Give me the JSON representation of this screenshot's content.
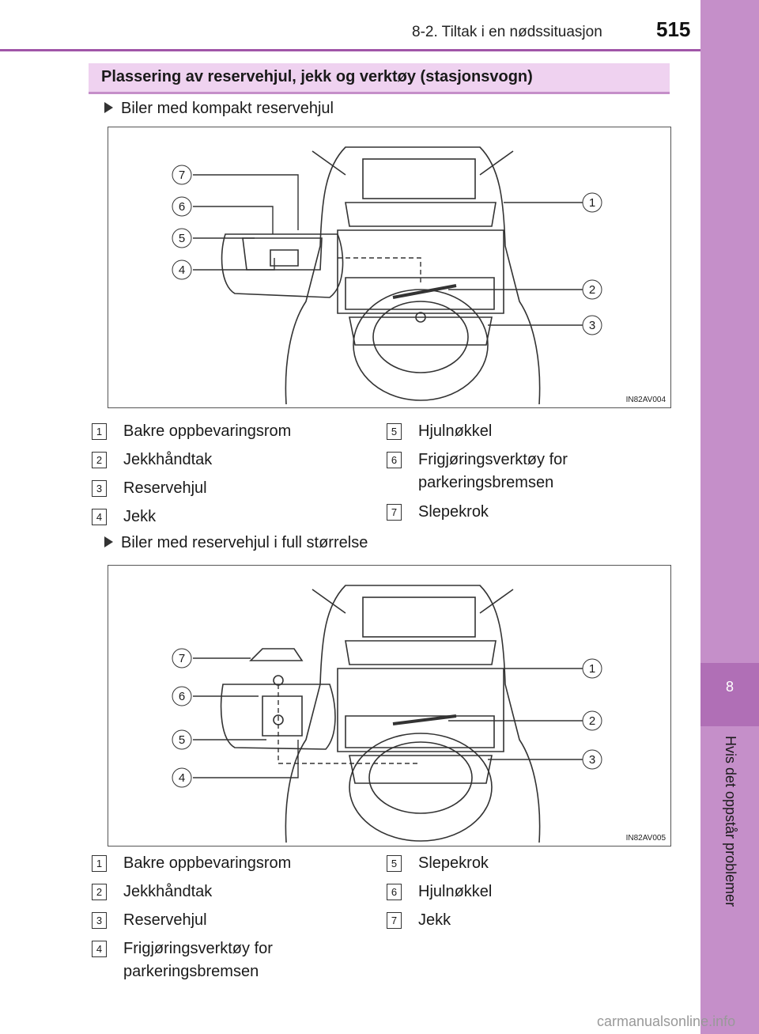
{
  "header": {
    "breadcrumb": "8-2. Tiltak i en nødssituasjon",
    "page_number": "515"
  },
  "side_tab": {
    "chapter_number": "8",
    "chapter_title": "Hvis det oppstår problemer"
  },
  "section": {
    "title": "Plassering av reservehjul, jekk og verktøy (stasjonsvogn)"
  },
  "variants": [
    {
      "title": "Biler med kompakt reservehjul",
      "figure_code": "IN82AV004",
      "callouts": [
        "1",
        "2",
        "3",
        "4",
        "5",
        "6",
        "7"
      ],
      "legend_left": [
        {
          "num": "1",
          "text": "Bakre oppbevaringsrom"
        },
        {
          "num": "2",
          "text": "Jekkhåndtak"
        },
        {
          "num": "3",
          "text": "Reservehjul"
        },
        {
          "num": "4",
          "text": "Jekk"
        }
      ],
      "legend_right": [
        {
          "num": "5",
          "text": "Hjulnøkkel"
        },
        {
          "num": "6",
          "text_line1": "Frigjøringsverktøy for",
          "text_line2": "parkeringsbremsen"
        },
        {
          "num": "7",
          "text": "Slepekrok"
        }
      ]
    },
    {
      "title": "Biler med reservehjul i full størrelse",
      "figure_code": "IN82AV005",
      "callouts": [
        "1",
        "2",
        "3",
        "4",
        "5",
        "6",
        "7"
      ],
      "legend_left": [
        {
          "num": "1",
          "text": "Bakre oppbevaringsrom"
        },
        {
          "num": "2",
          "text": "Jekkhåndtak"
        },
        {
          "num": "3",
          "text": "Reservehjul"
        },
        {
          "num": "4",
          "text_line1": "Frigjøringsverktøy for",
          "text_line2": "parkeringsbremsen"
        }
      ],
      "legend_right": [
        {
          "num": "5",
          "text": "Slepekrok"
        },
        {
          "num": "6",
          "text": "Hjulnøkkel"
        },
        {
          "num": "7",
          "text": "Jekk"
        }
      ]
    }
  ],
  "watermark": "carmanualsonline.info"
}
